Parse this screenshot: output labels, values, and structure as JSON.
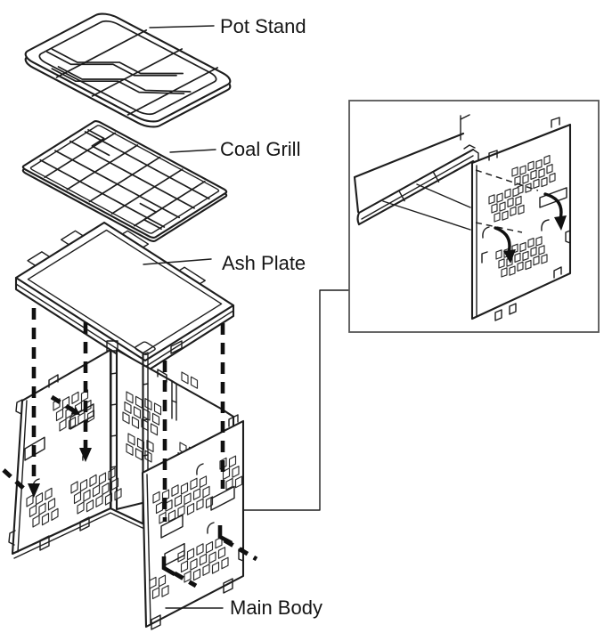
{
  "figure": {
    "background_color": "#ffffff",
    "line_color": "#1d1d1d",
    "inset_border_color": "#555555",
    "parts": [
      {
        "id": "pot-stand",
        "label": "Pot Stand"
      },
      {
        "id": "coal-grill",
        "label": "Coal Grill"
      },
      {
        "id": "ash-plate",
        "label": "Ash Plate"
      },
      {
        "id": "main-body",
        "label": "Main Body"
      }
    ]
  }
}
